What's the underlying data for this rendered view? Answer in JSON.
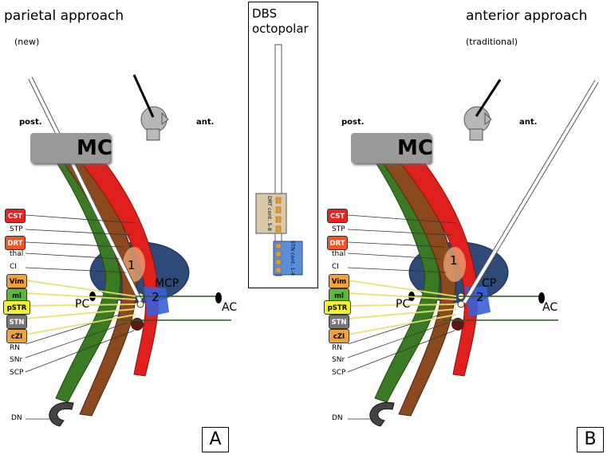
{
  "panel_a": {
    "title": "parietal approach",
    "subtitle": "(new)",
    "post": "post.",
    "ant": "ant.",
    "mc": "MC",
    "mcp": "MCP",
    "pc": "PC",
    "ac": "AC",
    "dn": "DN",
    "panel_letter": "A"
  },
  "panel_b": {
    "title": "anterior approach",
    "subtitle": "(traditional)",
    "post": "post.",
    "ant": "ant.",
    "mc": "MC",
    "cp": "CP",
    "pc": "PC",
    "ac": "AC",
    "dn": "DN",
    "panel_letter": "B"
  },
  "electrode": {
    "title_line1": "DBS",
    "title_line2": "octopolar",
    "drt_label": "DRT cont. 5-8",
    "stn_label": "STN cont. 1-4"
  },
  "structure_labels": {
    "cst": "CST",
    "stp": "STP",
    "drt": "DRT",
    "thal": "thal",
    "ci": "CI",
    "vim": "Vim",
    "ml": "ml",
    "pstr": "pSTR",
    "stn": "STN",
    "czi": "cZI",
    "rn": "RN",
    "snr": "SNr",
    "scp": "SCP",
    "target_1": "1",
    "target_2": "2"
  },
  "colors": {
    "cst": "#e8221e",
    "drt": "#f2542a",
    "vim": "#f2a23a",
    "ml": "#5cb83a",
    "pstr": "#f4f02a",
    "stn": "#777777",
    "czi": "#f2a23a",
    "thalamus": "#2e4a78",
    "tract_green": "#3a7a22",
    "tract_brown": "#8a4a1e",
    "tract_red": "#e0201c",
    "electrode_tan": "#d8c9a8",
    "electrode_blue": "#5a8ed8"
  }
}
